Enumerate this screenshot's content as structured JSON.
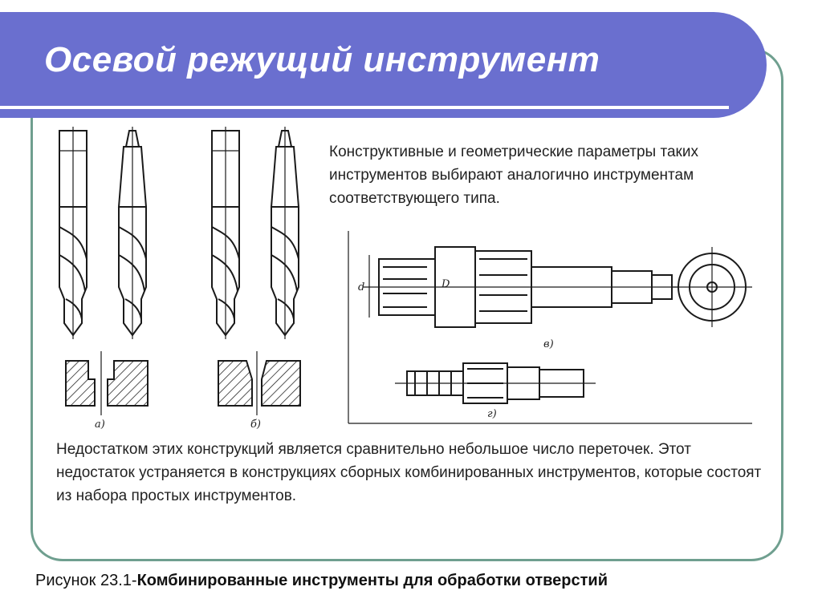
{
  "header": {
    "title": "Осевой режущий инструмент"
  },
  "content": {
    "paragraph_top": "Конструктивные и геометрические параметры таких инструментов выбирают аналогично инструментам соответствующего типа.",
    "paragraph_bottom": "Недостатком этих конструкций является сравнительно небольшое число переточек. Этот недостаток устраняется в конструкциях сборных комбинированных инструментов, которые состоят из набора простых инструментов."
  },
  "figure": {
    "label_a": "а)",
    "label_b": "б)",
    "label_v": "в)",
    "label_g": "г)",
    "dim_d": "d",
    "dim_D": "D"
  },
  "caption": {
    "prefix": "Рисунок 23.1-",
    "text": "Комбинированные инструменты для обработки отверстий"
  },
  "colors": {
    "header_bg": "#6a6fcf",
    "frame_border": "#6f9f8f"
  }
}
